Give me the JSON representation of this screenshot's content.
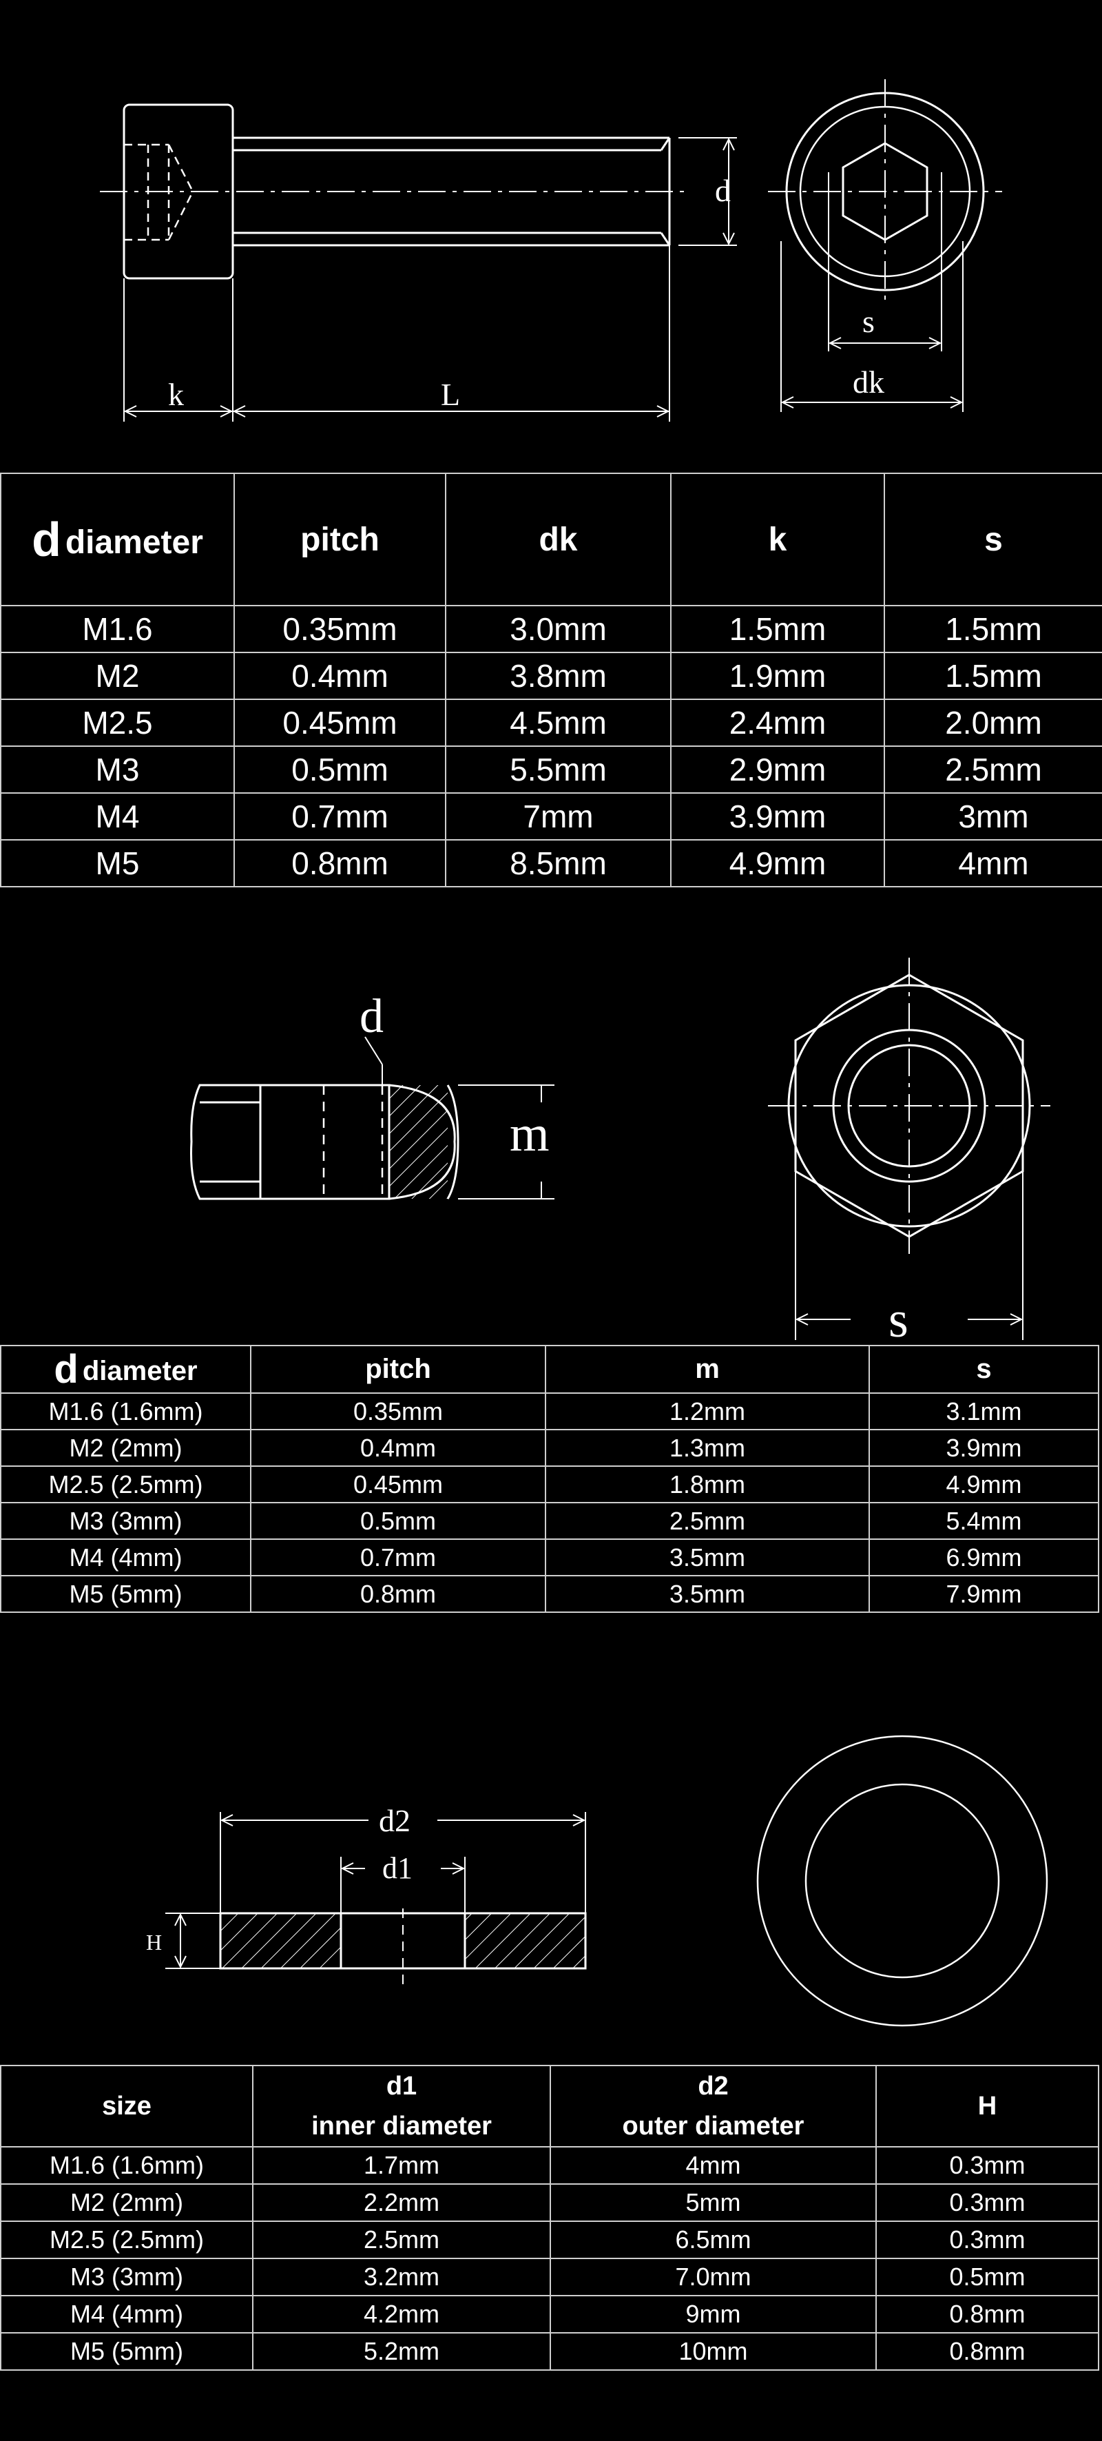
{
  "screw": {
    "labels": {
      "d": "d",
      "k": "k",
      "L": "L",
      "s": "s",
      "dk": "dk"
    },
    "table": {
      "header_d": "d",
      "header_d_rest": "diameter",
      "headers": [
        "pitch",
        "dk",
        "k",
        "s"
      ],
      "rows": [
        [
          "M1.6",
          "0.35mm",
          "3.0mm",
          "1.5mm",
          "1.5mm"
        ],
        [
          "M2",
          "0.4mm",
          "3.8mm",
          "1.9mm",
          "1.5mm"
        ],
        [
          "M2.5",
          "0.45mm",
          "4.5mm",
          "2.4mm",
          "2.0mm"
        ],
        [
          "M3",
          "0.5mm",
          "5.5mm",
          "2.9mm",
          "2.5mm"
        ],
        [
          "M4",
          "0.7mm",
          "7mm",
          "3.9mm",
          "3mm"
        ],
        [
          "M5",
          "0.8mm",
          "8.5mm",
          "4.9mm",
          "4mm"
        ]
      ]
    }
  },
  "nut": {
    "labels": {
      "d": "d",
      "m": "m",
      "s": "s"
    },
    "table": {
      "header_d": "d",
      "header_d_rest": "diameter",
      "headers": [
        "pitch",
        "m",
        "s"
      ],
      "rows": [
        [
          "M1.6 (1.6mm)",
          "0.35mm",
          "1.2mm",
          "3.1mm"
        ],
        [
          "M2 (2mm)",
          "0.4mm",
          "1.3mm",
          "3.9mm"
        ],
        [
          "M2.5 (2.5mm)",
          "0.45mm",
          "1.8mm",
          "4.9mm"
        ],
        [
          "M3 (3mm)",
          "0.5mm",
          "2.5mm",
          "5.4mm"
        ],
        [
          "M4 (4mm)",
          "0.7mm",
          "3.5mm",
          "6.9mm"
        ],
        [
          "M5 (5mm)",
          "0.8mm",
          "3.5mm",
          "7.9mm"
        ]
      ]
    }
  },
  "washer": {
    "labels": {
      "d2": "d2",
      "d1": "d1",
      "H": "H"
    },
    "table": {
      "header_size": "size",
      "header_d1": "d1",
      "header_d1_sub": "inner diameter",
      "header_d2": "d2",
      "header_d2_sub": "outer diameter",
      "header_H": "H",
      "rows": [
        [
          "M1.6 (1.6mm)",
          "1.7mm",
          "4mm",
          "0.3mm"
        ],
        [
          "M2 (2mm)",
          "2.2mm",
          "5mm",
          "0.3mm"
        ],
        [
          "M2.5 (2.5mm)",
          "2.5mm",
          "6.5mm",
          "0.3mm"
        ],
        [
          "M3 (3mm)",
          "3.2mm",
          "7.0mm",
          "0.5mm"
        ],
        [
          "M4 (4mm)",
          "4.2mm",
          "9mm",
          "0.8mm"
        ],
        [
          "M5 (5mm)",
          "5.2mm",
          "10mm",
          "0.8mm"
        ]
      ]
    }
  }
}
